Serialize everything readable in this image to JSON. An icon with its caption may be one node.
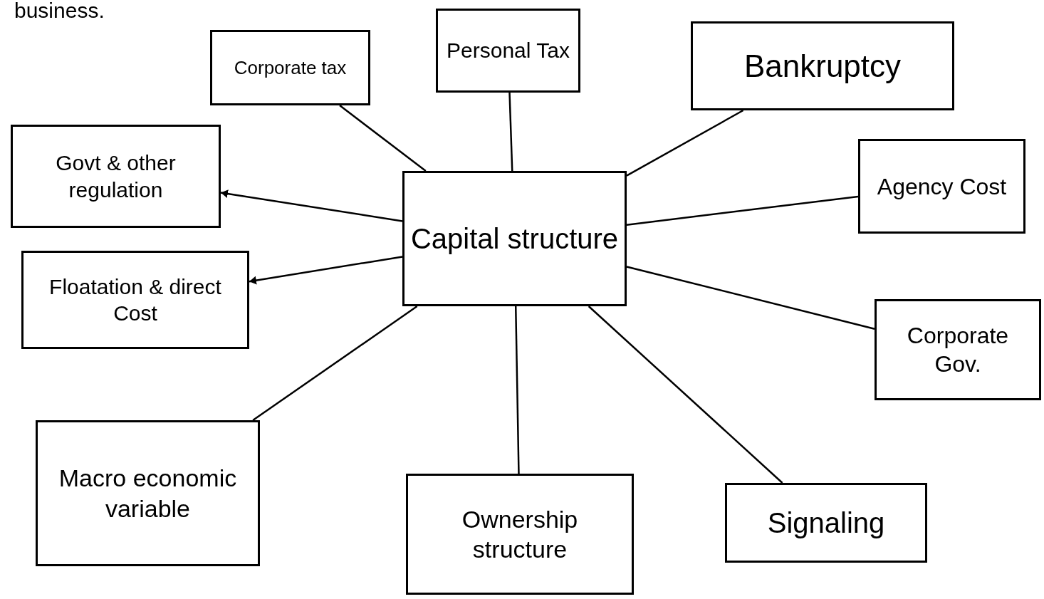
{
  "diagram": {
    "nodes": [
      {
        "text": [
          "Capital structure"
        ]
      },
      {
        "text": [
          "Corporate tax"
        ]
      },
      {
        "text": [
          "Personal Tax"
        ]
      },
      {
        "text": [
          "Bankruptcy"
        ]
      },
      {
        "text": [
          "Govt & other regulation"
        ]
      },
      {
        "text": [
          "Agency Cost"
        ]
      },
      {
        "text": [
          "Floatation & direct Cost"
        ]
      },
      {
        "text": [
          "Corporate Gov."
        ]
      },
      {
        "text": [
          "Macro economic variable"
        ]
      },
      {
        "text": [
          "Ownership structure"
        ]
      },
      {
        "text": [
          "Signaling"
        ]
      }
    ],
    "edges": [
      {
        "from": 0,
        "to": 1,
        "arrow": "none"
      },
      {
        "from": 0,
        "to": 2,
        "arrow": "none"
      },
      {
        "from": 0,
        "to": 3,
        "arrow": "none"
      },
      {
        "from": 0,
        "to": 4,
        "arrow": "to"
      },
      {
        "from": 0,
        "to": 5,
        "arrow": "none"
      },
      {
        "from": 0,
        "to": 6,
        "arrow": "to"
      },
      {
        "from": 0,
        "to": 7,
        "arrow": "none"
      },
      {
        "from": 0,
        "to": 8,
        "arrow": "none"
      },
      {
        "from": 0,
        "to": 9,
        "arrow": "none"
      },
      {
        "from": 0,
        "to": 10,
        "arrow": "none"
      }
    ],
    "labels": [
      "business."
    ]
  }
}
